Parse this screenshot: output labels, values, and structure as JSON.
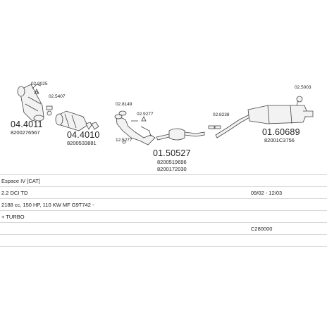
{
  "parts": {
    "p1": {
      "number": "04.4011",
      "ref": "8200276567",
      "part_ref": "02.9025"
    },
    "p2": {
      "number": "04.4010",
      "ref": "8200533881",
      "part_ref": "02.5407"
    },
    "p3": {
      "ref_top": "02.8149",
      "ref_mid": "02.9277",
      "ref_bot": "12.5277"
    },
    "p4": {
      "number": "01.50527",
      "ref1": "8200519696",
      "ref2": "8200172030"
    },
    "p5": {
      "ref": "02.8238"
    },
    "p6": {
      "number": "01.60689",
      "ref": "82001C3756",
      "part_ref": "02.5003"
    }
  },
  "info": {
    "model": "Espace IV [CAT]",
    "engine": "2.2 DCI TD",
    "years": "09/02 - 12/03",
    "specs": "2188 cc, 150 HP, 110 KW MF G9T742 -",
    "option": "+ TURBO",
    "code": "C280000"
  },
  "colors": {
    "line": "#444444",
    "part_fill": "#f2f2f2",
    "grid": "#d8d8d8"
  }
}
